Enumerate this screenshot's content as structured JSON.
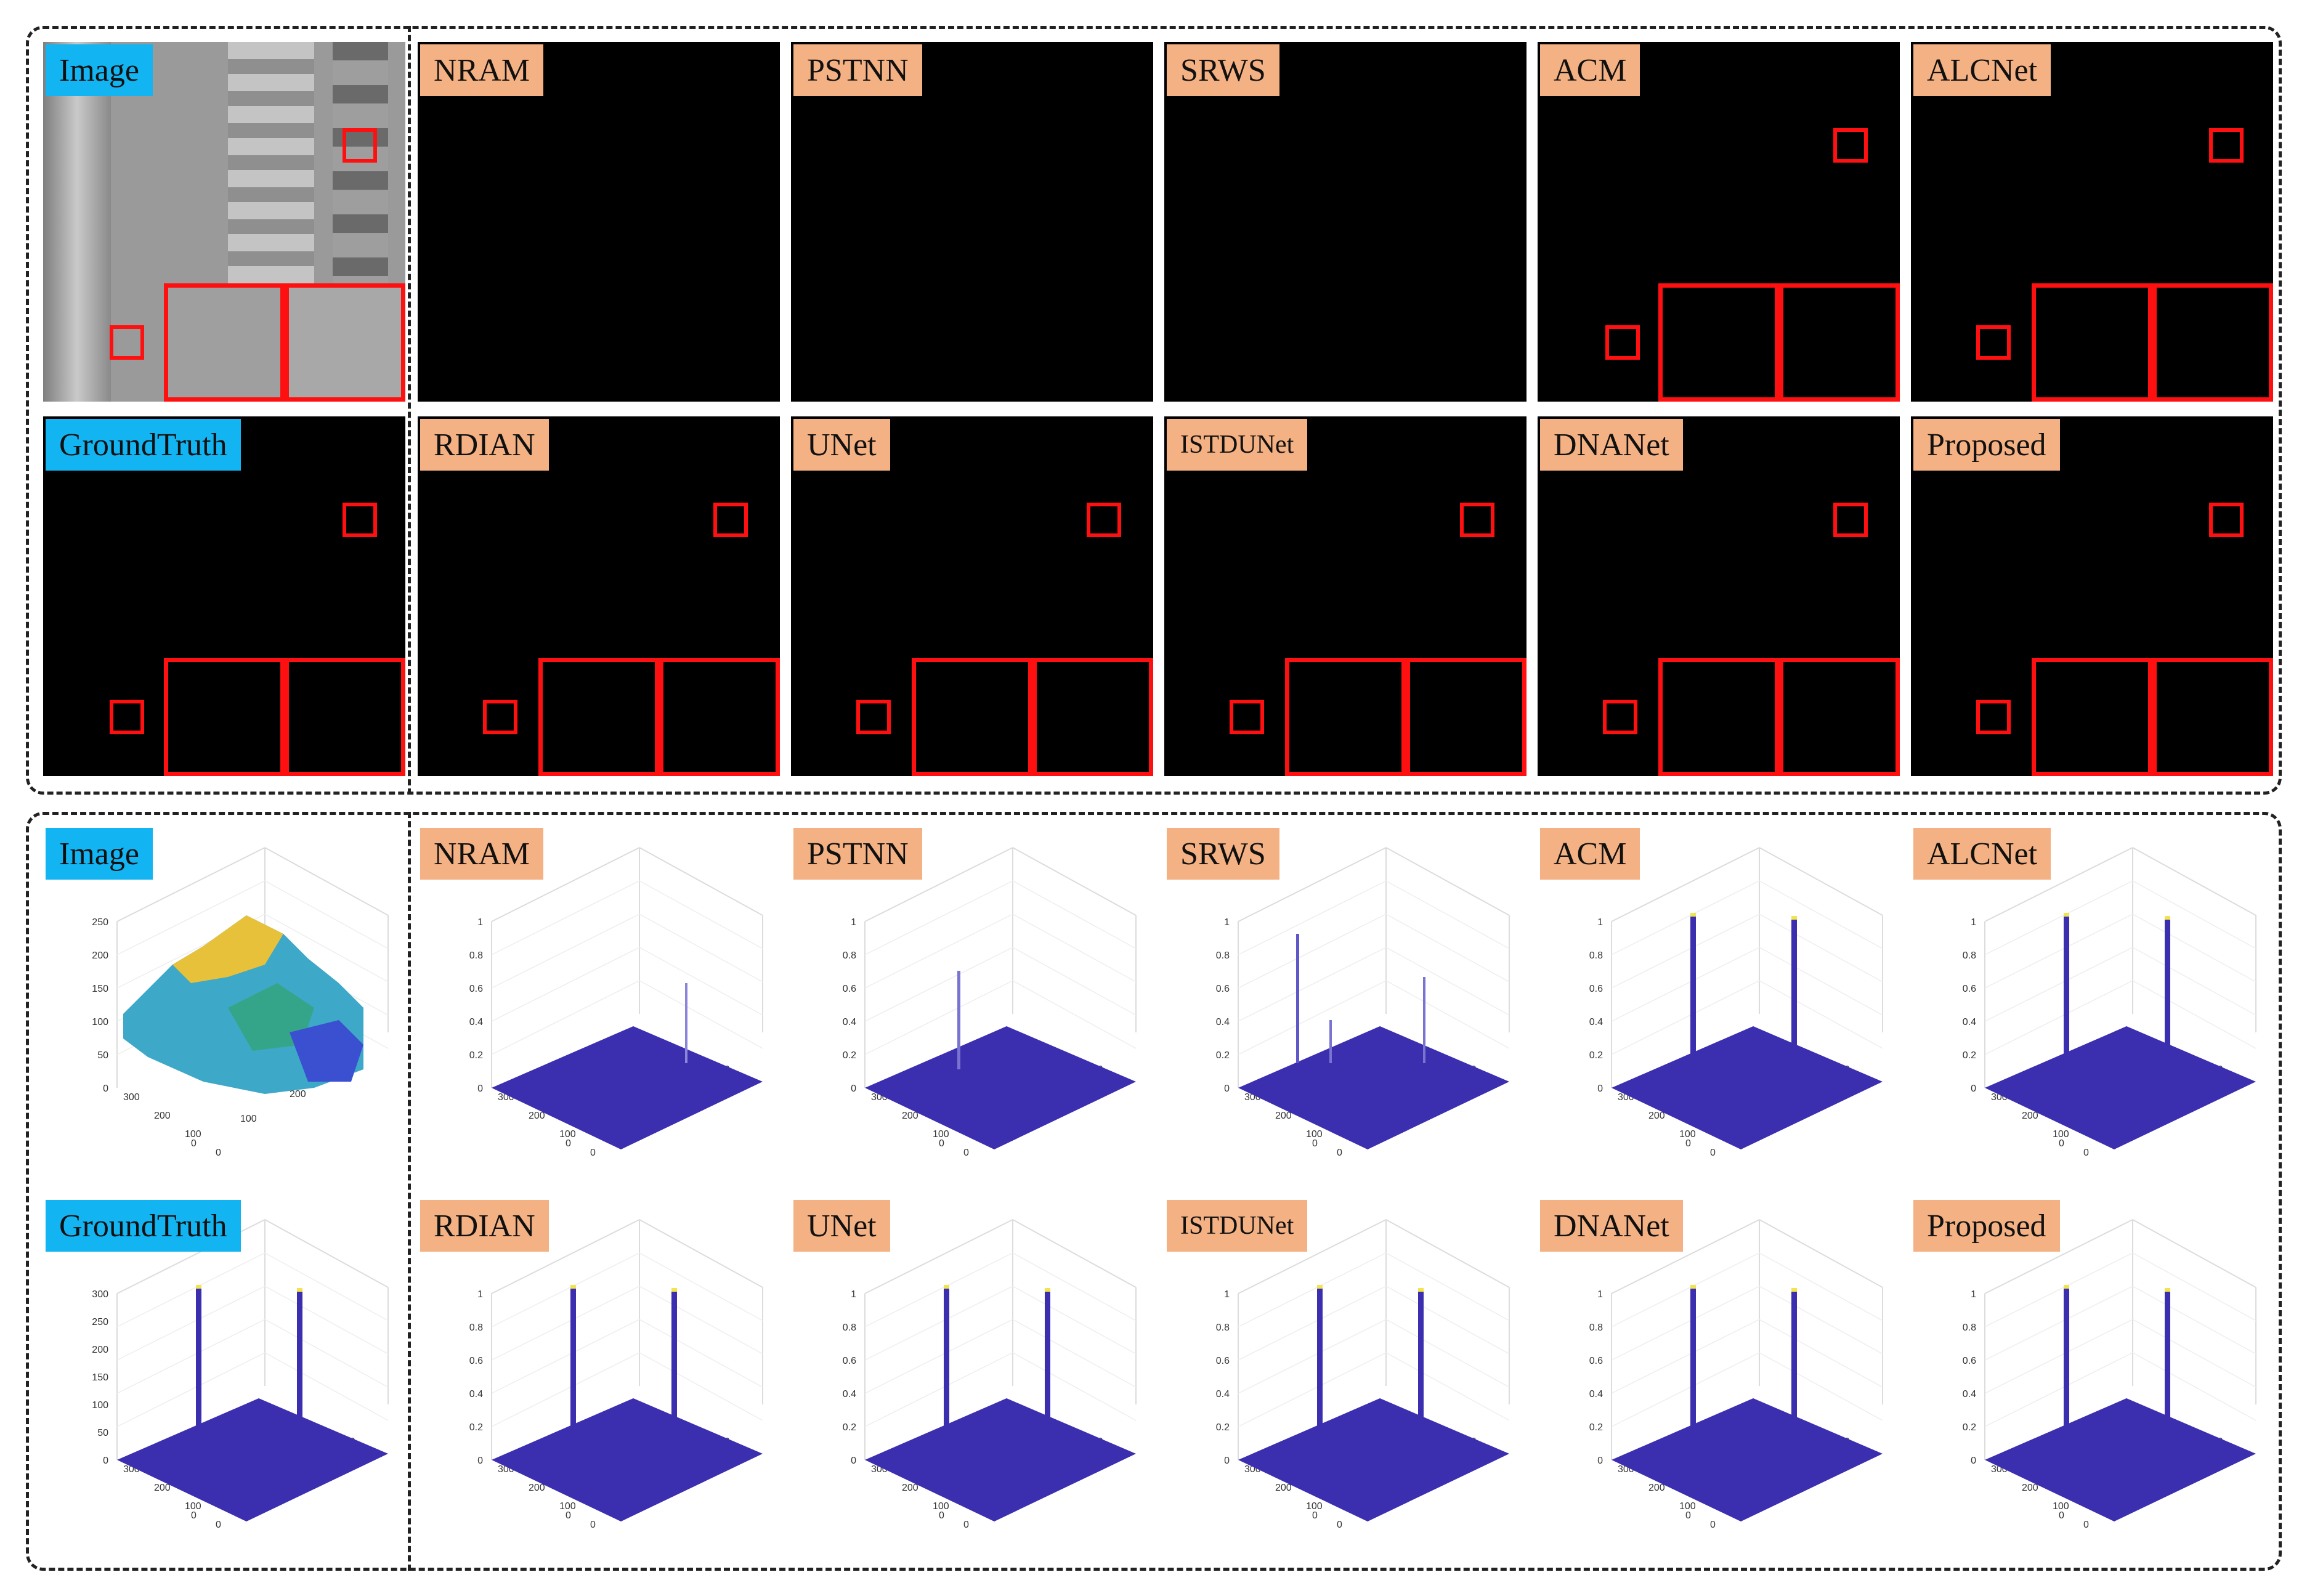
{
  "figure": {
    "top_panel": {
      "reference": [
        {
          "id": "image",
          "label": "Image",
          "style": "blue"
        },
        {
          "id": "groundtruth",
          "label": "GroundTruth",
          "style": "blue"
        }
      ],
      "methods_row1": [
        {
          "id": "nram",
          "label": "NRAM"
        },
        {
          "id": "pstnn",
          "label": "PSTNN"
        },
        {
          "id": "srws",
          "label": "SRWS"
        },
        {
          "id": "acm",
          "label": "ACM"
        },
        {
          "id": "alcnet",
          "label": "ALCNet"
        }
      ],
      "methods_row2": [
        {
          "id": "rdian",
          "label": "RDIAN"
        },
        {
          "id": "unet",
          "label": "UNet"
        },
        {
          "id": "istdunet",
          "label": "ISTDUNet"
        },
        {
          "id": "dnanet",
          "label": "DNANet"
        },
        {
          "id": "proposed",
          "label": "Proposed"
        }
      ]
    },
    "bottom_panel": {
      "reference": [
        {
          "id": "image3d",
          "label": "Image"
        },
        {
          "id": "groundtruth3d",
          "label": "GroundTruth"
        }
      ],
      "methods_row1": [
        "NRAM",
        "PSTNN",
        "SRWS",
        "ACM",
        "ALCNet"
      ],
      "methods_row2": [
        "RDIAN",
        "UNet",
        "ISTDUNet",
        "DNANet",
        "Proposed"
      ],
      "axis_ticks": {
        "z_image": [
          "250",
          "200",
          "150",
          "100",
          "50",
          "0"
        ],
        "z_groundtruth": [
          "300",
          "250",
          "200",
          "150",
          "100",
          "50",
          "0"
        ],
        "z_method": [
          "1",
          "0.8",
          "0.6",
          "0.4",
          "0.2",
          "0"
        ],
        "x": [
          "0",
          "100",
          "200",
          "300"
        ],
        "y": [
          "300",
          "200",
          "100",
          "0"
        ]
      },
      "colors": {
        "surface": "#3b2fb0",
        "peak": "#f2e44c",
        "teal": "#2aa198"
      }
    }
  }
}
